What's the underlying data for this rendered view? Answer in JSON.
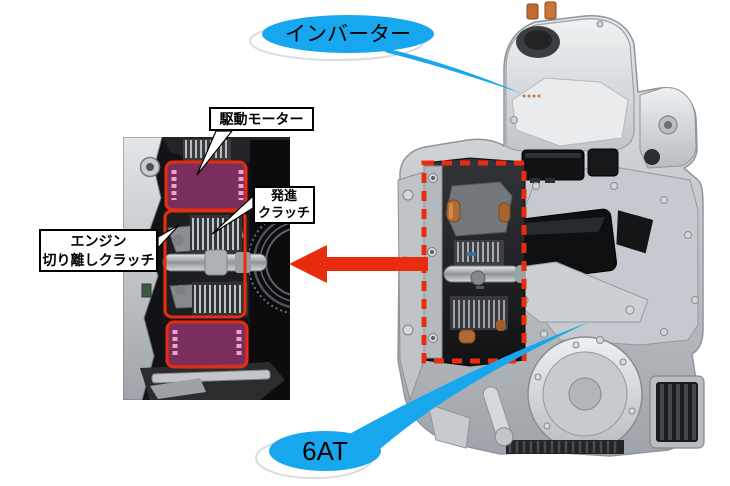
{
  "colors": {
    "blue": "#17A7EE",
    "red": "#EA2C0E",
    "pink": "#D9479B",
    "shadow": "#dcdcdc"
  },
  "callouts": {
    "inverter_label": "インバーター",
    "transmission_label": "6AT"
  },
  "cutaway_labels": {
    "drive_motor": "駆動モーター",
    "launch_clutch_line1": "発進",
    "launch_clutch_line2": "クラッチ",
    "engine_disconnect_line1": "エンジン",
    "engine_disconnect_line2": "切り離しクラッチ"
  }
}
